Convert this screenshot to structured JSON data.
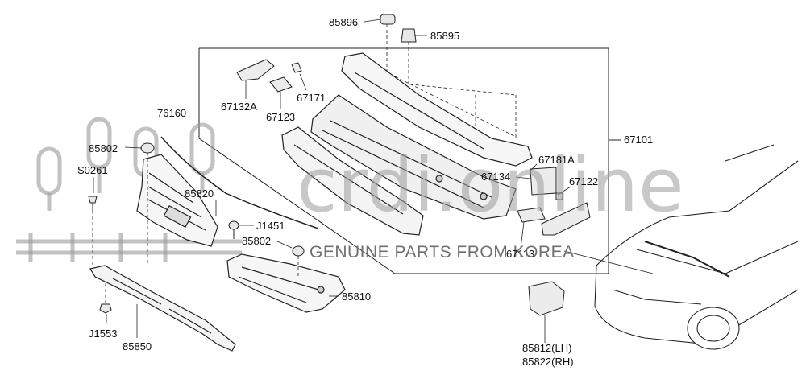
{
  "diagram": {
    "part_labels": [
      "85896",
      "85895",
      "67132A",
      "67171",
      "67123",
      "76160",
      "85802",
      "S0261",
      "85820",
      "J1451",
      "85802",
      "67101",
      "67181A",
      "67134",
      "67122",
      "67113",
      "85810",
      "J1553",
      "85850",
      "85812(LH)",
      "85822(RH)"
    ]
  },
  "watermark": {
    "logo": "crdi.online",
    "tagline": "GENUINE PARTS FROM KOREA"
  }
}
